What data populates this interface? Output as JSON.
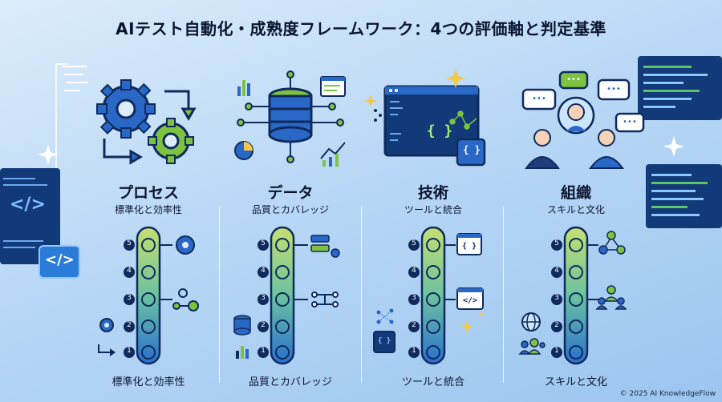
{
  "title": "AIテスト自動化・成熟度フレームワーク：4つの評価軸と判定基準",
  "footer": "© 2025 AI KnowledgeFlow",
  "levels": [
    "1",
    "2",
    "3",
    "4",
    "5"
  ],
  "columns": [
    {
      "id": "process",
      "name": "プロセス",
      "subtitle": "標準化と効率性",
      "bottom_label": "標準化と効率性"
    },
    {
      "id": "data",
      "name": "データ",
      "subtitle": "品質とカバレッジ",
      "bottom_label": "品質とカバレッジ"
    },
    {
      "id": "tech",
      "name": "技術",
      "subtitle": "ツールと統合",
      "bottom_label": "ツールと統合"
    },
    {
      "id": "org",
      "name": "組織",
      "subtitle": "スキルと文化",
      "bottom_label": "スキルと文化"
    }
  ],
  "decorations": {
    "code_glyph": "</>",
    "braces_glyph": "{ }",
    "chat_dots": "•••"
  },
  "colors": {
    "navy": "#143a7a",
    "green": "#7dc241",
    "blue": "#2e6fd0",
    "teal": "#38b59a"
  }
}
